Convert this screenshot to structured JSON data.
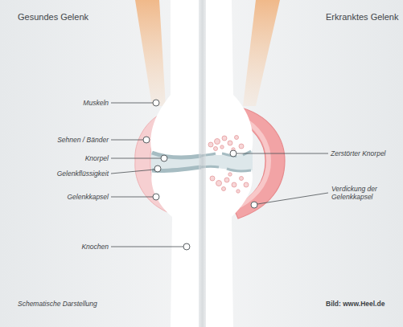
{
  "diagram": {
    "labels": [
      "Gesundes Gelenk",
      "Erkranktes Gelenk",
      "Muskeln",
      "Sehnen / Bänder",
      "Knorpel",
      "Gelenkflüssigkeit",
      "Gelenkkapsel",
      "Knochen",
      "Zerstörter Knorpel",
      "Verdickung der Gelenkkapsel",
      "Schematische Darstellung",
      "Bild: www.Heel.de"
    ]
  }
}
